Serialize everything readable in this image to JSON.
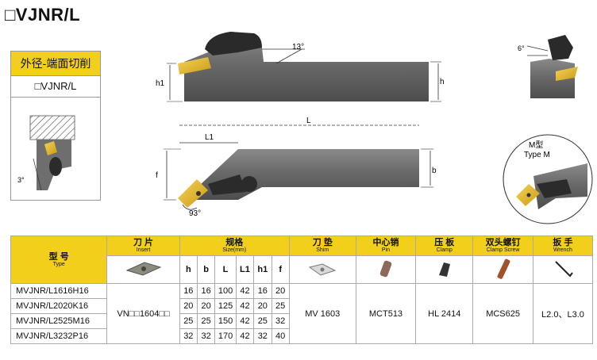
{
  "title": "□VJNR/L",
  "side": {
    "header": "外径-端面切削",
    "model": "□VJNR/L"
  },
  "drawing_labels": {
    "angle_top": "13°",
    "h1": "h1",
    "h": "h",
    "L": "L",
    "L1": "L1",
    "f": "f",
    "b": "b",
    "angle_93": "93°",
    "angle_3": "3°",
    "angle_6": "6°",
    "type_m_cn": "M型",
    "type_m_en": "Type M"
  },
  "table": {
    "model_cn": "型 号",
    "model_en": "Type",
    "insert_cn": "刀 片",
    "insert_en": "Insert",
    "size_cn": "规格",
    "size_en": "Size(mm)",
    "shim_cn": "刀 垫",
    "shim_en": "Shim",
    "pin_cn": "中心销",
    "pin_en": "Pin",
    "clamp_cn": "压 板",
    "clamp_en": "Clamp",
    "screw_cn": "双头螺钉",
    "screw_en": "Clamp Screw",
    "wrench_cn": "扳 手",
    "wrench_en": "Wrench",
    "dims": [
      "h",
      "b",
      "L",
      "L1",
      "h1",
      "f"
    ],
    "insert_value": "VN□□1604□□",
    "shim_value": "MV 1603",
    "pin_value": "MCT513",
    "clamp_value": "HL 2414",
    "screw_value": "MCS625",
    "wrench_value": "L2.0、L3.0",
    "rows": [
      {
        "model": "MVJNR/L1616H16",
        "dims": [
          "16",
          "16",
          "100",
          "42",
          "16",
          "20"
        ]
      },
      {
        "model": "MVJNR/L2020K16",
        "dims": [
          "20",
          "20",
          "125",
          "42",
          "20",
          "25"
        ]
      },
      {
        "model": "MVJNR/L2525M16",
        "dims": [
          "25",
          "25",
          "150",
          "42",
          "25",
          "32"
        ]
      },
      {
        "model": "MVJNR/L3232P16",
        "dims": [
          "32",
          "32",
          "170",
          "42",
          "32",
          "40"
        ]
      }
    ]
  }
}
